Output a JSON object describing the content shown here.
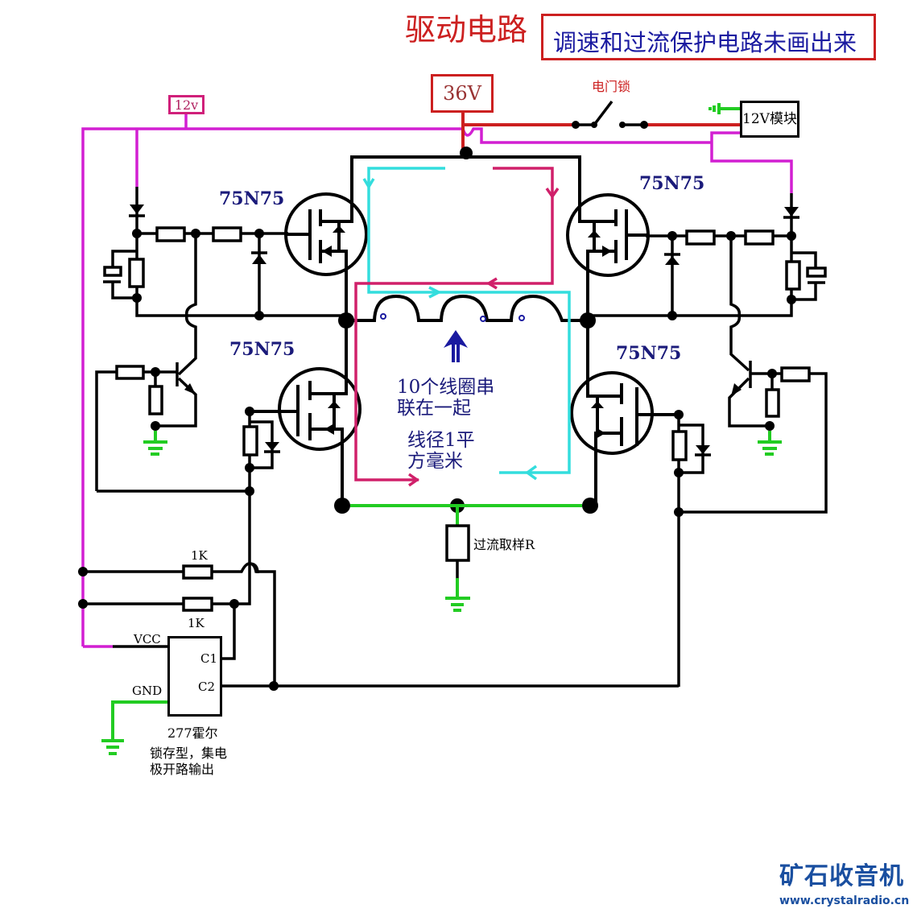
{
  "header": {
    "title": "驱动电路",
    "note": "调速和过流保护电路未画出来"
  },
  "supplies": {
    "main_voltage": "36V",
    "aux_voltage": "12v",
    "key_switch": "电门锁",
    "module": "12V模块"
  },
  "mosfets": [
    {
      "position": "top-left",
      "part": "75N75"
    },
    {
      "position": "top-right",
      "part": "75N75"
    },
    {
      "position": "bottom-left",
      "part": "75N75"
    },
    {
      "position": "bottom-right",
      "part": "75N75"
    }
  ],
  "coil": {
    "note_line1": "10个线圈串",
    "note_line2": "联在一起",
    "wire_line1": "线径1平",
    "wire_line2": "方毫米"
  },
  "sense_resistor": {
    "label": "过流取样R"
  },
  "resistors": {
    "r1": "1K",
    "r2": "1K"
  },
  "hall_sensor": {
    "pins": {
      "vcc": "VCC",
      "gnd": "GND",
      "c1": "C1",
      "c2": "C2"
    },
    "name": "277霍尔",
    "desc_line1": "锁存型，集电",
    "desc_line2": "极开路输出"
  },
  "watermark": {
    "brand": "矿石收音机",
    "url": "www.crystalradio.cn"
  },
  "colors": {
    "title_red": "#cc2020",
    "note_blue": "#1a1aa0",
    "supply_12v": "#d21fd2",
    "supply_36v": "#cc1f1f",
    "ground": "#22cc22",
    "current_path_a": "#33dddd",
    "current_path_b": "#d0206a"
  }
}
